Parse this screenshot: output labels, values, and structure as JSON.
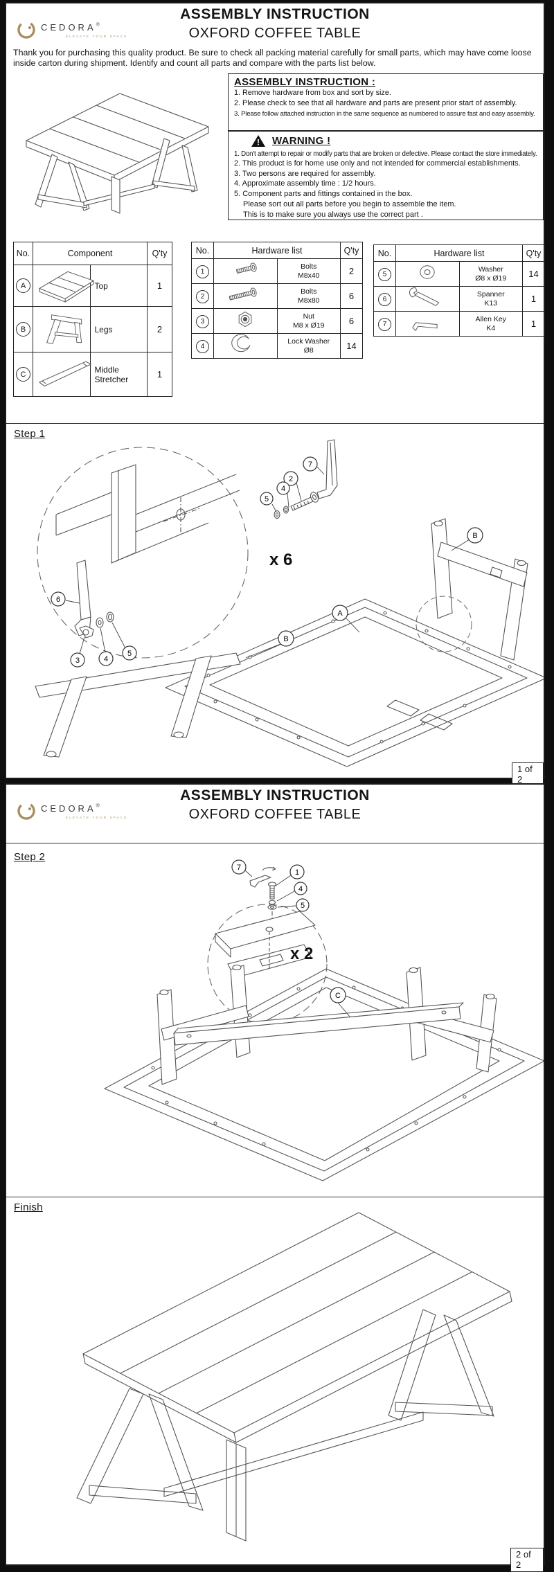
{
  "logo": {
    "brand": "CEDORA",
    "reg": "®",
    "tagline": "ELEVATE YOUR SPACE",
    "color": "#a98e5f"
  },
  "header": {
    "title": "ASSEMBLY INSTRUCTION",
    "subtitle": "OXFORD COFFEE TABLE"
  },
  "page1": {
    "intro": "Thank you for purchasing this quality product. Be sure to check all packing material carefully for small parts, which may have come loose inside carton during shipment. Identify and count all parts and compare with the parts list below.",
    "assembly_box": {
      "title": "ASSEMBLY INSTRUCTION :",
      "items": [
        "1. Remove hardware from box and sort by size.",
        "2. Please check to see that all hardware and parts are present prior start of assembly.",
        "3. Please follow attached instruction in the same sequence as numbered to assure fast and easy assembly."
      ]
    },
    "warning_box": {
      "title": "WARNING !",
      "items": [
        "1. Don't attempt to repair or modify parts that are broken or defective. Please contact the store immediately.",
        "2. This product is for home use only and not intended for commercial establishments.",
        "3. Two persons are required for assembly.",
        "4. Approximate assembly time : 1/2 hours.",
        "5. Component parts and fittings contained in the box.",
        "Please sort out all parts before you begin to assemble the item.",
        "This is to make sure you always use the correct part ."
      ]
    },
    "component_table": {
      "col_no": "No.",
      "col_name": "Component",
      "col_qty": "Q'ty",
      "rows": [
        {
          "no": "A",
          "name": "Top",
          "qty": "1"
        },
        {
          "no": "B",
          "name": "Legs",
          "qty": "2"
        },
        {
          "no": "C",
          "name": "Middle Stretcher",
          "qty": "1"
        }
      ]
    },
    "hardware_table_1": {
      "col_no": "No.",
      "col_name": "Hardware list",
      "col_qty": "Q'ty",
      "rows": [
        {
          "no": "1",
          "name": "Bolts",
          "spec": "M8x40",
          "qty": "2"
        },
        {
          "no": "2",
          "name": "Bolts",
          "spec": "M8x80",
          "qty": "6"
        },
        {
          "no": "3",
          "name": "Nut",
          "spec": "M8 x Ø19",
          "qty": "6"
        },
        {
          "no": "4",
          "name": "Lock Washer",
          "spec": "Ø8",
          "qty": "14"
        }
      ]
    },
    "hardware_table_2": {
      "col_no": "No.",
      "col_name": "Hardware list",
      "col_qty": "Q'ty",
      "rows": [
        {
          "no": "5",
          "name": "Washer",
          "spec": "Ø8 x Ø19",
          "qty": "14"
        },
        {
          "no": "6",
          "name": "Spanner",
          "spec": "K13",
          "qty": "1"
        },
        {
          "no": "7",
          "name": "Allen Key",
          "spec": "K4",
          "qty": "1"
        }
      ]
    },
    "step1": {
      "label": "Step 1",
      "multiplier": "x 6",
      "callouts": {
        "c7": "7",
        "c2": "2",
        "c4t": "4",
        "c5t": "5",
        "c6": "6",
        "c3": "3",
        "c4b": "4",
        "c5b": "5",
        "a": "A",
        "b_right": "B",
        "b_left": "B"
      }
    },
    "page_number": "1 of 2"
  },
  "page2": {
    "step2": {
      "label": "Step 2",
      "multiplier": "x 2",
      "callouts": {
        "c7": "7",
        "c1": "1",
        "c4": "4",
        "c5": "5",
        "c": "C"
      }
    },
    "finish_label": "Finish",
    "page_number": "2 of 2"
  }
}
